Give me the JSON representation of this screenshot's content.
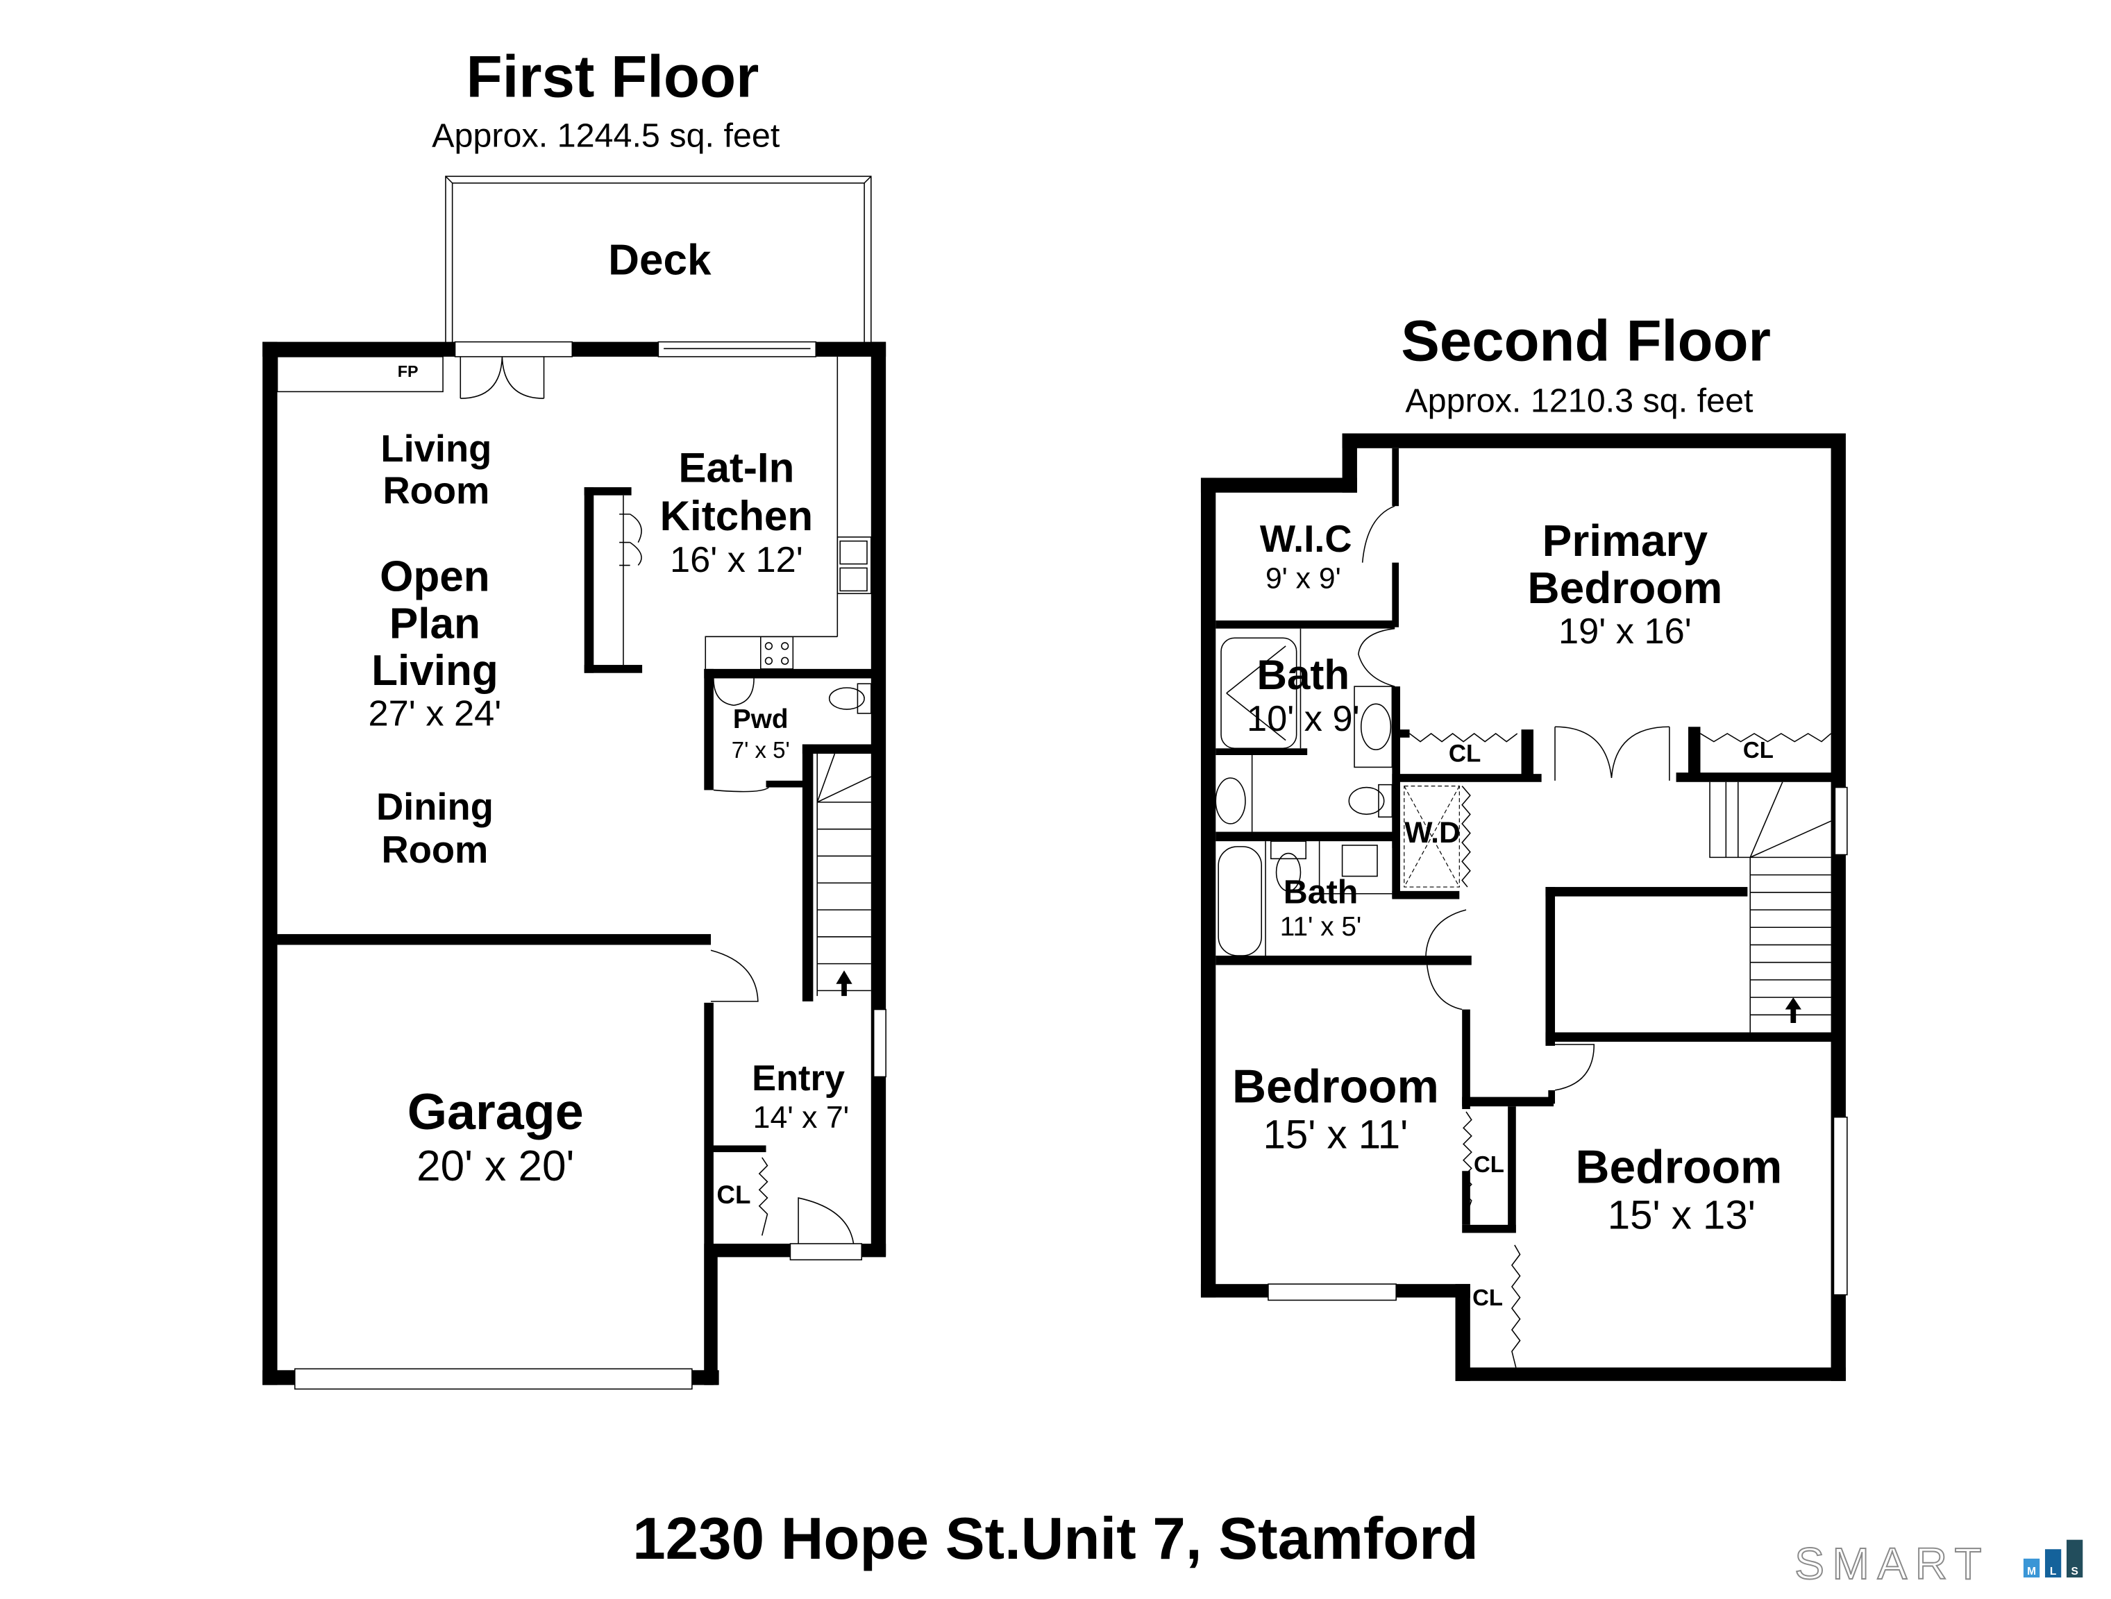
{
  "address": "1230 Hope St.Unit 7, Stamford",
  "first_floor": {
    "title": "First Floor",
    "area": "Approx. 1244.5 sq. feet",
    "rooms": {
      "deck": {
        "name": "Deck"
      },
      "fireplace": {
        "name": "FP"
      },
      "living_room": {
        "name_line1": "Living",
        "name_line2": "Room"
      },
      "open_plan": {
        "name_line1": "Open",
        "name_line2": "Plan",
        "name_line3": "Living",
        "dims": "27' x 24'"
      },
      "dining_room": {
        "name_line1": "Dining",
        "name_line2": "Room"
      },
      "kitchen": {
        "name_line1": "Eat-In",
        "name_line2": "Kitchen",
        "dims": "16' x 12'"
      },
      "powder": {
        "name": "Pwd",
        "dims": "7' x 5'"
      },
      "entry": {
        "name": "Entry",
        "dims": "14' x 7'"
      },
      "entry_closet": {
        "name": "CL"
      },
      "garage": {
        "name": "Garage",
        "dims": "20' x 20'"
      }
    }
  },
  "second_floor": {
    "title": "Second Floor",
    "area": "Approx. 1210.3 sq. feet",
    "rooms": {
      "wic": {
        "name": "W.I.C",
        "dims": "9' x 9'"
      },
      "primary_bedroom": {
        "name_line1": "Primary",
        "name_line2": "Bedroom",
        "dims": "19' x 16'"
      },
      "primary_bath": {
        "name": "Bath",
        "dims": "10' x 9'"
      },
      "primary_closet_left": {
        "name": "CL"
      },
      "primary_closet_right": {
        "name": "CL"
      },
      "laundry": {
        "name": "W.D"
      },
      "hall_bath": {
        "name": "Bath",
        "dims": "11' x 5'"
      },
      "bedroom_2": {
        "name": "Bedroom",
        "dims": "15' x 11'"
      },
      "bedroom_2_closet": {
        "name": "CL"
      },
      "bedroom_3": {
        "name": "Bedroom",
        "dims": "15' x 13'"
      },
      "bedroom_3_closet": {
        "name": "CL"
      }
    }
  },
  "logo": {
    "word": "SMART",
    "blocks": [
      {
        "letter": "M",
        "color": "#3a96d6"
      },
      {
        "letter": "L",
        "color": "#14629b"
      },
      {
        "letter": "S",
        "color": "#224d5c"
      }
    ]
  }
}
